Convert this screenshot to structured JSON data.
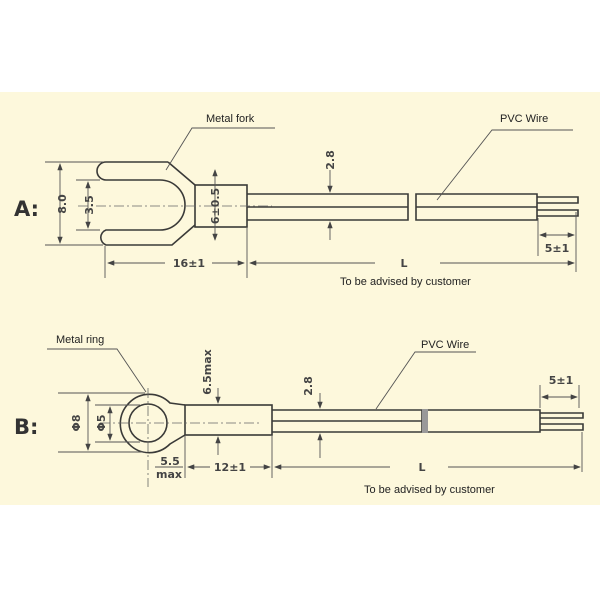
{
  "colors": {
    "background": "#fdf8dc",
    "line": "#3a3a38"
  },
  "part_a": {
    "label": "A:",
    "fork_label": "Metal fork",
    "wire_label": "PVC Wire",
    "dim_height": "8.0",
    "dim_slot": "3.5",
    "dim_sleeve": "6±0.5",
    "dim_length": "16±1",
    "dim_wire": "2.8",
    "dim_L": "L",
    "dim_strip": "5±1",
    "note": "To be advised by customer"
  },
  "part_b": {
    "label": "B:",
    "ring_label": "Metal ring",
    "wire_label": "PVC Wire",
    "dim_outer": "Φ8",
    "dim_inner": "Φ5",
    "dim_height": "6.5max",
    "dim_offset_1": "5.5",
    "dim_offset_2": "max",
    "dim_length": "12±1",
    "dim_wire": "2.8",
    "dim_L": "L",
    "dim_strip": "5±1",
    "note": "To be advised by customer"
  }
}
